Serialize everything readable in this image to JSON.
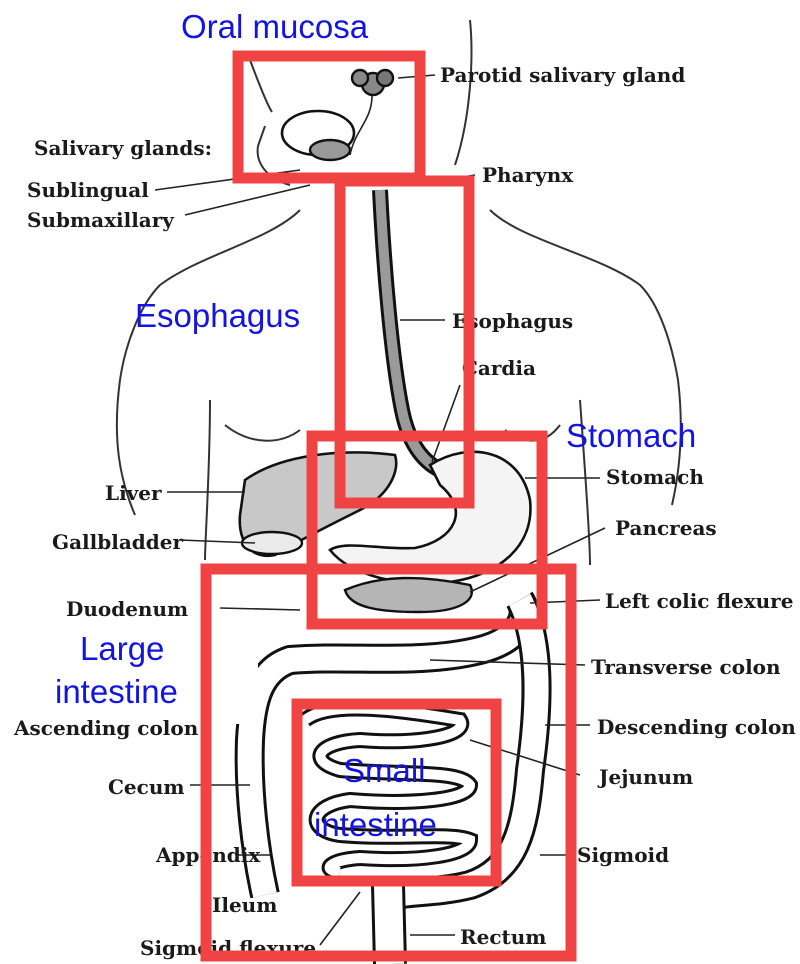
{
  "labels": {
    "parotid": "Parotid salivary gland",
    "salivary_glands": "Salivary glands:",
    "sublingual": "Sublingual",
    "submaxillary": "Submaxillary",
    "pharynx": "Pharynx",
    "esophagus": "Esophagus",
    "cardia": "Cardia",
    "liver": "Liver",
    "stomach": "Stomach",
    "gallbladder": "Gallbladder",
    "pancreas": "Pancreas",
    "duodenum": "Duodenum",
    "left_colic_flexure": "Left colic flexure",
    "transverse_colon": "Transverse colon",
    "ascending_colon": "Ascending colon",
    "descending_colon": "Descending colon",
    "jejunum": "Jejunum",
    "cecum": "Cecum",
    "appendix": "Appendix",
    "sigmoid": "Sigmoid",
    "ileum": "Ileum",
    "rectum": "Rectum",
    "sigmoid_flexure": "Sigmoid flexure"
  },
  "highlights": {
    "oral_mucosa": "Oral mucosa",
    "esophagus": "Esophagus",
    "stomach": "Stomach",
    "large_intestine_1": "Large",
    "large_intestine_2": "intestine",
    "small_intestine_1": "Small",
    "small_intestine_2": "intestine"
  },
  "colors": {
    "highlight_box": "#f04444",
    "highlight_text": "#1414e0"
  }
}
